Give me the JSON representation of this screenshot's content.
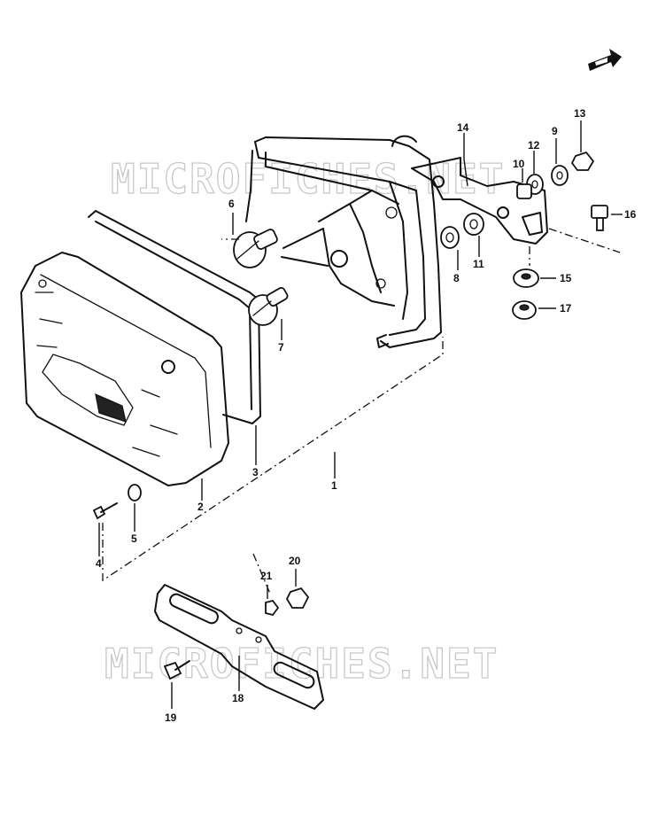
{
  "watermark": {
    "top": "MICROFICHES.NET",
    "bottom": "MICROFICHES.NET"
  },
  "icons": {
    "front_arrow": "direction-arrow-icon"
  },
  "callouts": [
    "1",
    "2",
    "3",
    "4",
    "5",
    "6",
    "7",
    "8",
    "9",
    "10",
    "11",
    "12",
    "13",
    "14",
    "15",
    "16",
    "17",
    "18",
    "19",
    "20",
    "21"
  ]
}
